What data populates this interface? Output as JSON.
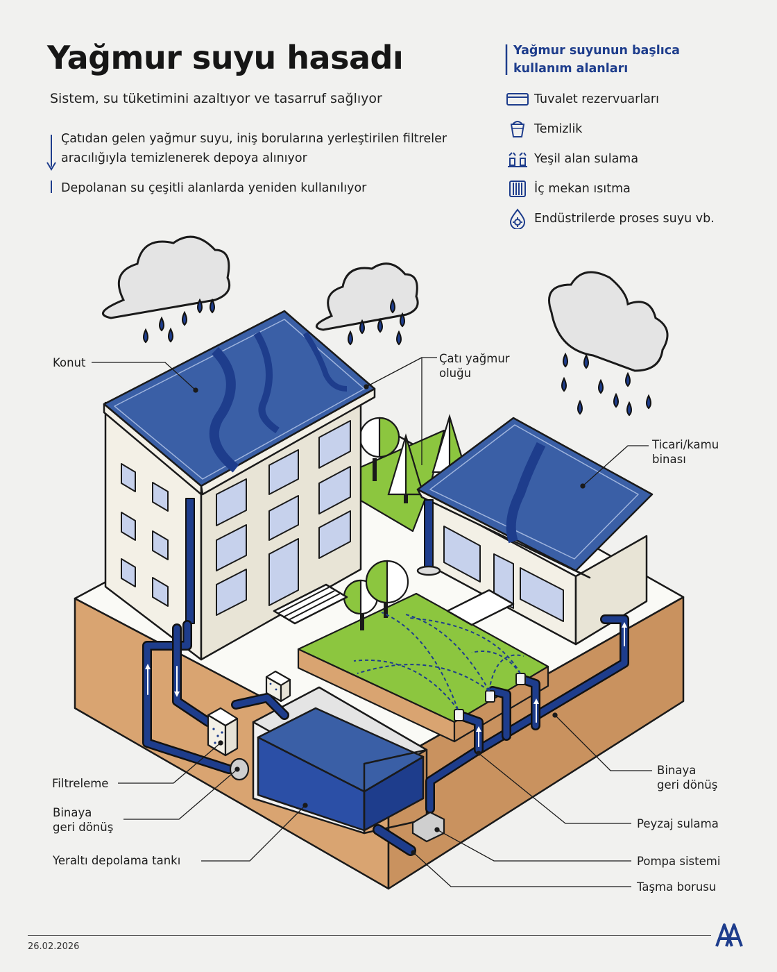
{
  "header": {
    "title": "Yağmur suyu hasadı",
    "subtitle": "Sistem, su tüketimini azaltıyor ve tasarruf sağlıyor"
  },
  "steps": [
    "Çatıdan gelen yağmur suyu, iniş borularına yerleştirilen filtreler aracılığıyla temizlenerek depoya alınıyor",
    "Depolanan su çeşitli alanlarda yeniden kullanılıyor"
  ],
  "uses": {
    "title": "Yağmur suyunun başlıca kullanım alanları",
    "items": [
      {
        "label": "Tuvalet rezervuarları",
        "icon": "toilet-tank-icon"
      },
      {
        "label": "Temizlik",
        "icon": "bucket-icon"
      },
      {
        "label": "Yeşil alan sulama",
        "icon": "sprinkler-icon"
      },
      {
        "label": "İç mekan ısıtma",
        "icon": "radiator-icon"
      },
      {
        "label": "Endüstrilerde proses suyu vb.",
        "icon": "water-drop-gear-icon"
      }
    ]
  },
  "labels": {
    "konut": "Konut",
    "cati_yagmur_olugu": "Çatı yağmur\noluğu",
    "ticari_kamu_binasi": "Ticari/kamu\nbinası",
    "filtreleme": "Filtreleme",
    "binaya_geri_donus_left": "Binaya\ngeri dönüş",
    "yeralti_depolama_tanki": "Yeraltı depolama tankı",
    "binaya_geri_donus_right": "Binaya\ngeri dönüş",
    "peyzaj_sulama": "Peyzaj sulama",
    "pompa_sistemi": "Pompa sistemi",
    "tasma_borusu": "Taşma borusu"
  },
  "footer": {
    "date": "26.02.2026",
    "logo": "AA"
  },
  "colors": {
    "accent_blue": "#1e3d8c",
    "water_blue": "#2b4fa6",
    "roof_blue": "#3a5fa6",
    "grass_green": "#8cc63f",
    "soil": "#d9a471",
    "building_wall": "#f3f0e6"
  }
}
